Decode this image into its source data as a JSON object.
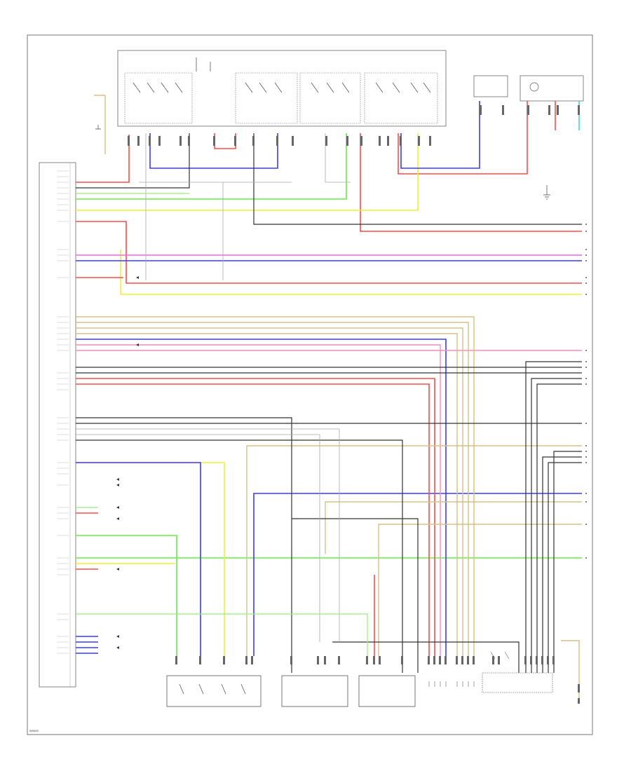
{
  "diagram_code": "W0000",
  "colors": {
    "frame": "#555555",
    "red": "#ff4a4a",
    "pink": "#ff8ab8",
    "blue": "#3a3aff",
    "green": "#66ee44",
    "lightgreen": "#99ee77",
    "yellow": "#eeee33",
    "tan": "#d8c080",
    "black": "#333333",
    "gray": "#aaaaaa",
    "cyan": "#33dddd",
    "violet": "#ee66ee"
  },
  "wires": [
    {
      "name": "wire-red-a",
      "color": "red",
      "side": "left"
    },
    {
      "name": "wire-green-a",
      "color": "green",
      "side": "left"
    },
    {
      "name": "wire-yellow-a",
      "color": "yellow",
      "side": "left"
    },
    {
      "name": "wire-violet",
      "color": "violet",
      "side": "left"
    },
    {
      "name": "wire-blue-a",
      "color": "blue",
      "side": "left"
    },
    {
      "name": "wire-red-b",
      "color": "red",
      "side": "left"
    },
    {
      "name": "wire-tan",
      "color": "tan",
      "side": "left"
    },
    {
      "name": "wire-pink",
      "color": "pink",
      "side": "left"
    },
    {
      "name": "wire-black",
      "color": "black",
      "side": "left"
    },
    {
      "name": "wire-green-b",
      "color": "green",
      "side": "left"
    },
    {
      "name": "wire-blue-b",
      "color": "blue",
      "side": "left"
    }
  ]
}
